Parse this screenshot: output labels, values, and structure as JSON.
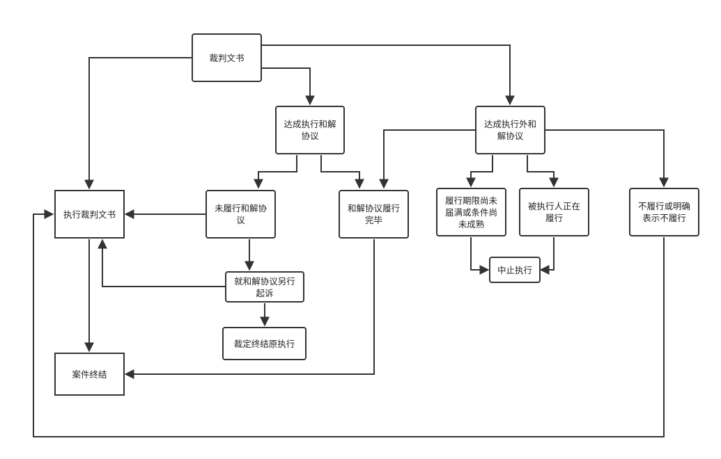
{
  "nodes": {
    "judgment": "裁判文书",
    "exec_settlement": "达成执行和解\n协议",
    "nonexec_settlement": "达成执行外和\n解协议",
    "exec_judgment": "执行裁判文书",
    "unperformed_settlement": "未履行和解协\n议",
    "settlement_completed": "和解协议履行\n完毕",
    "period_unexpired": "履行期限尚未\n届满或条件尚\n未成熟",
    "executee_performing": "被执行人正在\n履行",
    "refuse_perform": "不履行或明确\n表示不履行",
    "sue_separately": "就和解协议另行\n起诉",
    "suspend_execution": "中止执行",
    "ruling_original": "裁定终结原执行",
    "case_closed": "案件终结"
  },
  "colors": {
    "line": "#333333",
    "box_border": "#333333",
    "text": "#222222",
    "background": "#ffffff"
  }
}
